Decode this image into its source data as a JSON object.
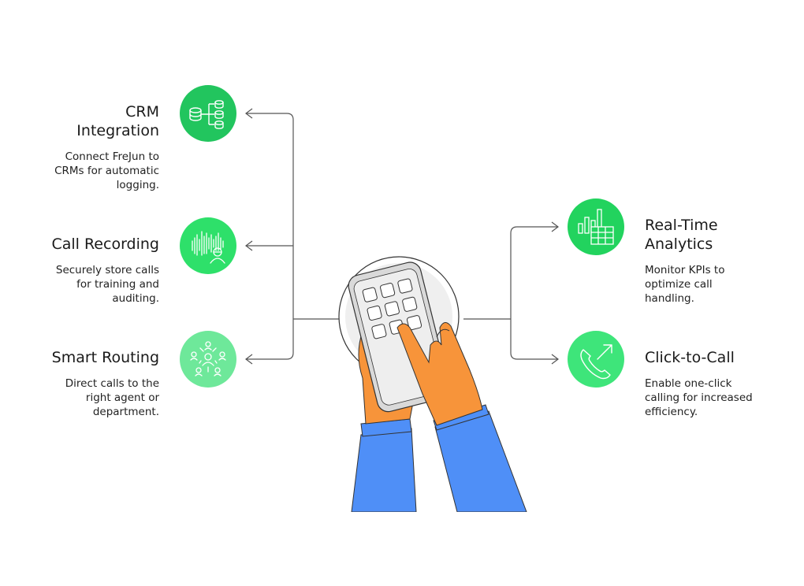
{
  "features": {
    "crm": {
      "title_line1": "CRM",
      "title_line2": "Integration",
      "desc_lines": [
        "Connect FreJun to",
        "CRMs for automatic",
        "logging."
      ],
      "icon": "database-network-icon",
      "color": "#22c55e"
    },
    "recording": {
      "title": "Call Recording",
      "desc_lines": [
        "Securely store calls",
        "for training and",
        "auditing."
      ],
      "icon": "soundwave-person-icon",
      "color": "#2ee06a"
    },
    "routing": {
      "title": "Smart Routing",
      "desc_lines": [
        "Direct calls to the",
        "right agent or",
        "department."
      ],
      "icon": "team-routing-icon",
      "color": "#6ee89a"
    },
    "analytics": {
      "title_line1": "Real-Time",
      "title_line2": "Analytics",
      "desc_lines": [
        "Monitor KPIs to",
        "optimize call",
        "handling."
      ],
      "icon": "bar-chart-table-icon",
      "color": "#22d35e"
    },
    "click_to_call": {
      "title": "Click-to-Call",
      "desc_lines": [
        "Enable one-click",
        "calling for increased",
        "efficiency."
      ],
      "icon": "phone-outgoing-icon",
      "color": "#3ee57a"
    }
  },
  "colors": {
    "connector": "#555555",
    "hand": "#f7943a",
    "sleeve": "#4f8ff7",
    "phone_body": "#d9d9d9",
    "backdrop": "#efefef"
  }
}
